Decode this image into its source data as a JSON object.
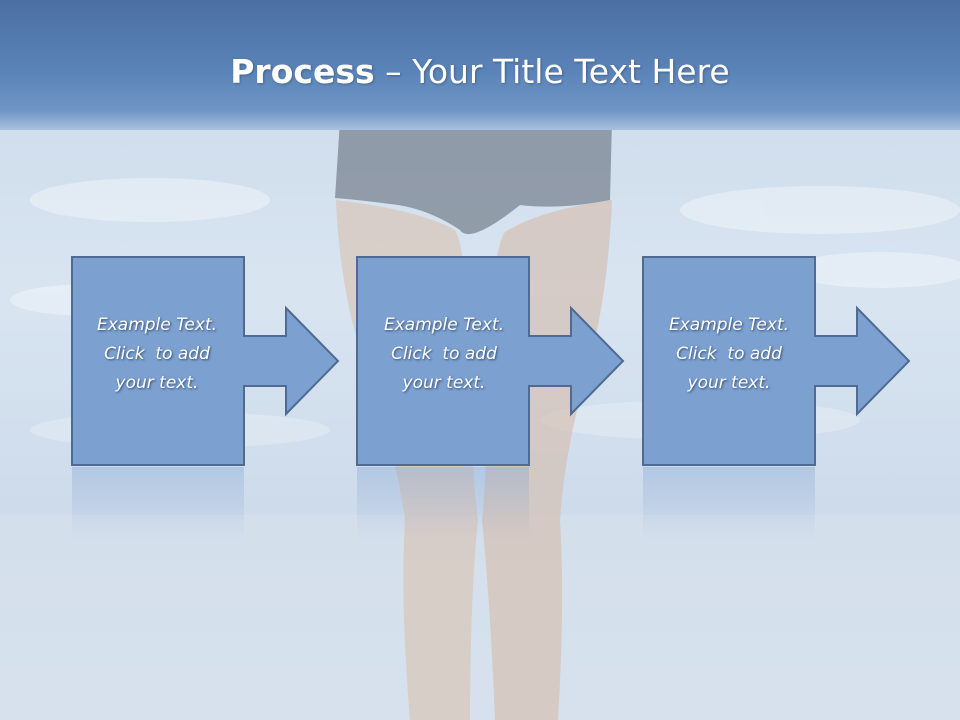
{
  "slide": {
    "title_bold": "Process",
    "title_rest": " – Your Title Text Here"
  },
  "colors": {
    "header": "#5a83b8",
    "box_fill": "#7ca0d0",
    "box_stroke": "#4f6a93",
    "text": "#ffffff"
  },
  "steps": [
    {
      "line1": "Example Text.",
      "line2": "Click  to add",
      "line3": "your text."
    },
    {
      "line1": "Example Text.",
      "line2": "Click  to add",
      "line3": "your text."
    },
    {
      "line1": "Example Text.",
      "line2": "Click  to add",
      "line3": "your text."
    }
  ]
}
